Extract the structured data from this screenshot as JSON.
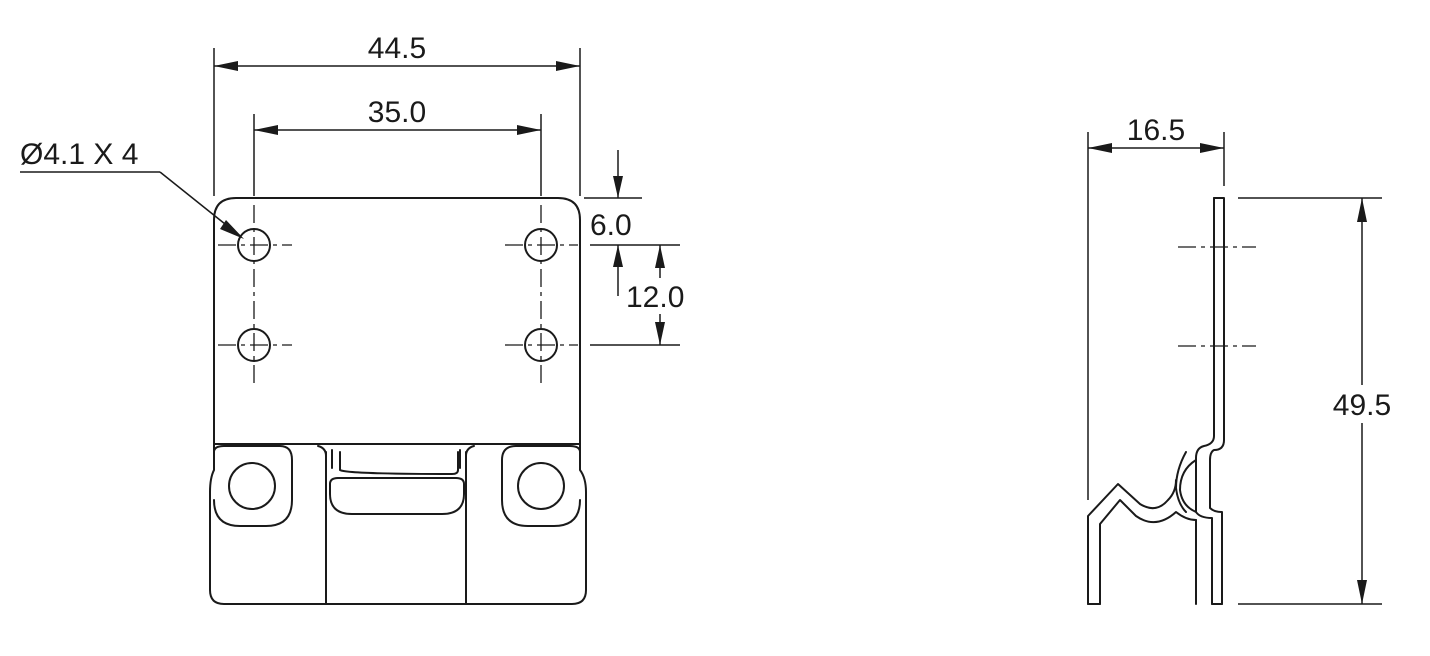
{
  "front_view": {
    "dim_overall_width": "44.5",
    "dim_hole_spacing_h": "35.0",
    "dim_hole_note": "Ø4.1 X 4",
    "dim_top_to_hole": "6.0",
    "dim_hole_spacing_v": "12.0"
  },
  "side_view": {
    "dim_depth": "16.5",
    "dim_height": "49.5"
  }
}
